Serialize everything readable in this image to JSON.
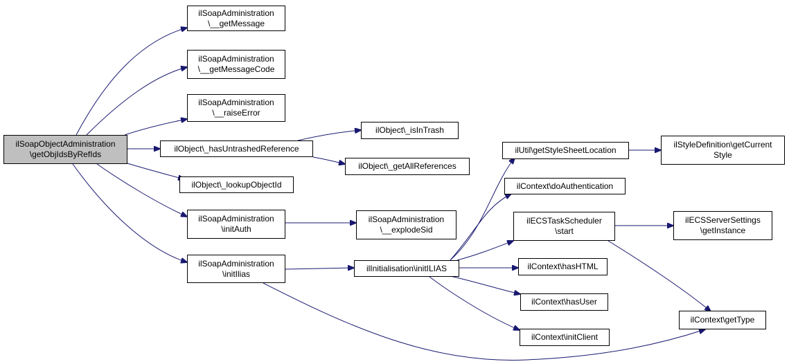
{
  "colors": {
    "edge": "#191970",
    "node_border": "#000000",
    "root_fill": "#bfbfbf",
    "node_fill": "#ffffff"
  },
  "nodes": {
    "root": "ilSoapObjectAdministration\n\\getObjIdsByRefIds",
    "get_message": "ilSoapAdministration\n\\__getMessage",
    "get_message_code": "ilSoapAdministration\n\\__getMessageCode",
    "raise_error": "ilSoapAdministration\n\\__raiseError",
    "has_untrashed_reference": "ilObject\\_hasUntrashedReference",
    "lookup_object_id": "ilObject\\_lookupObjectId",
    "init_auth": "ilSoapAdministration\n\\initAuth",
    "init_ilias_soap": "ilSoapAdministration\n\\initIlias",
    "is_in_trash": "ilObject\\_isInTrash",
    "get_all_references": "ilObject\\_getAllReferences",
    "explode_sid": "ilSoapAdministration\n\\__explodeSid",
    "init_ilias": "ilInitialisation\\initILIAS",
    "get_style_sheet_location": "ilUtil\\getStyleSheetLocation",
    "do_authentication": "ilContext\\doAuthentication",
    "ecs_task_scheduler_start": "ilECSTaskScheduler\n\\start",
    "has_html": "ilContext\\hasHTML",
    "has_user": "ilContext\\hasUser",
    "init_client": "ilContext\\initClient",
    "get_current_style": "ilStyleDefinition\\getCurrent\nStyle",
    "ecs_server_settings_get_instance": "ilECSServerSettings\n\\getInstance",
    "get_type": "ilContext\\getType"
  }
}
